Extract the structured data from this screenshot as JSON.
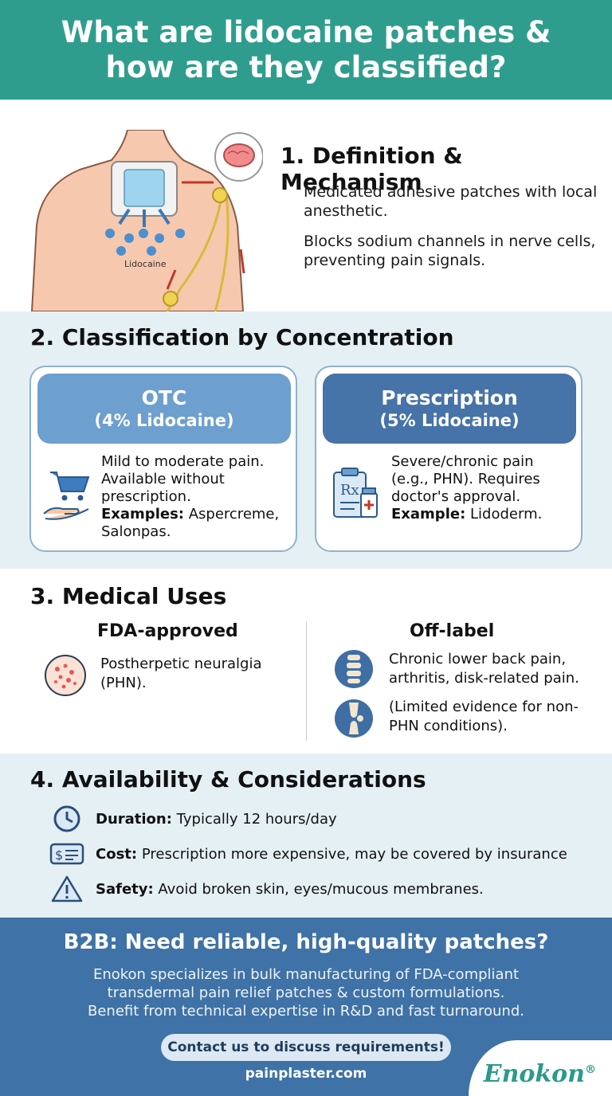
{
  "header": {
    "title": "What are lidocaine patches & how are they classified?"
  },
  "definition": {
    "heading": "1. Definition & Mechanism",
    "line1": "Medicated adhesive patches with local anesthetic.",
    "line2": "Blocks sodium channels in nerve cells, preventing pain signals.",
    "illustration_label": "Lidocaine"
  },
  "classification": {
    "heading": "2. Classification by Concentration",
    "otc": {
      "title": "OTC",
      "subtitle": "(4% Lidocaine)",
      "desc": "Mild to moderate pain. Available without prescription.",
      "examples_label": "Examples:",
      "examples": "Aspercreme, Salonpas.",
      "icon": "cart-hand-icon"
    },
    "prescription": {
      "title": "Prescription",
      "subtitle": "(5% Lidocaine)",
      "desc": "Severe/chronic pain (e.g., PHN). Requires doctor's approval.",
      "example_label": "Example:",
      "example": "Lidoderm.",
      "icon": "rx-clipboard-icon"
    }
  },
  "uses": {
    "heading": "3. Medical Uses",
    "fda": {
      "title": "FDA-approved",
      "text": "Postherpetic neuralgia (PHN)."
    },
    "offlabel": {
      "title": "Off-label",
      "text1": "Chronic lower back pain, arthritis, disk-related pain.",
      "text2": "(Limited evidence for non-PHN conditions)."
    }
  },
  "availability": {
    "heading": "4. Availability & Considerations",
    "items": [
      {
        "label": "Duration:",
        "text": "Typically 12 hours/day",
        "icon": "clock-icon"
      },
      {
        "label": "Cost:",
        "text": "Prescription more expensive, may be covered by insurance",
        "icon": "bill-icon"
      },
      {
        "label": "Safety:",
        "text": "Avoid broken skin, eyes/mucous membranes.",
        "icon": "warning-icon"
      }
    ]
  },
  "b2b": {
    "heading": "B2B: Need reliable, high-quality patches?",
    "line1": "Enokon specializes in bulk manufacturing of FDA-compliant",
    "line2": "transdermal pain relief patches & custom formulations.",
    "line3": "Benefit from technical expertise in R&D and fast turnaround.",
    "cta": "Contact us to discuss requirements!",
    "url": "painplaster.com",
    "logo": "Enokon",
    "logo_mark": "®"
  },
  "colors": {
    "header": "#2f9d8d",
    "otc_cap": "#6d9fcf",
    "rx_cap": "#4673a8",
    "footer": "#3f72a6",
    "section_bg": "#e5f0f4"
  }
}
